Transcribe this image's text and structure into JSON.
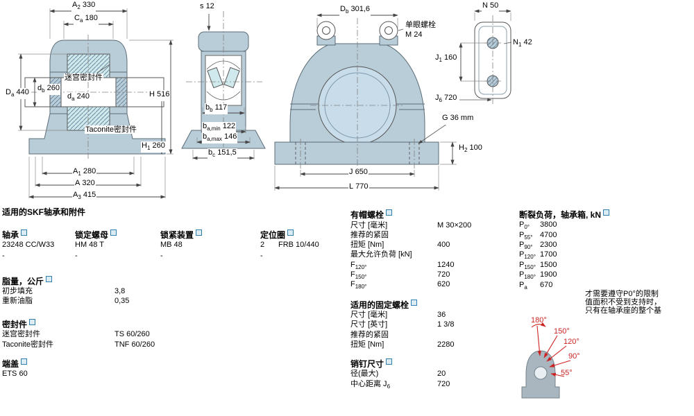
{
  "drawings": {
    "front": {
      "a2": {
        "b": "A",
        "s": "2",
        "v": "330"
      },
      "ca": {
        "b": "C",
        "s": "a",
        "v": "180"
      },
      "seal_top": "迷宫密封件",
      "db": {
        "b": "d",
        "s": "b",
        "v": "260"
      },
      "da": {
        "b": "d",
        "s": "a",
        "v": "240"
      },
      "Da": {
        "b": "D",
        "s": "a",
        "v": "440"
      },
      "h": {
        "b": "H",
        "s": "",
        "v": "516"
      },
      "h1": {
        "b": "H",
        "s": "1",
        "v": "260"
      },
      "seal_bottom": "Taconite密封件",
      "a1": {
        "b": "A",
        "s": "1",
        "v": "280"
      },
      "a": {
        "b": "A",
        "s": "",
        "v": "320"
      },
      "a3": {
        "b": "A",
        "s": "3",
        "v": "415"
      }
    },
    "side": {
      "s": {
        "b": "s",
        "s": "",
        "v": "12"
      },
      "bb": {
        "b": "b",
        "s": "b",
        "v": "117"
      },
      "bamin": {
        "b": "b",
        "s": "a,min",
        "v": "122"
      },
      "bamax": {
        "b": "b",
        "s": "a,max",
        "v": "146"
      },
      "bc": {
        "b": "b",
        "s": "c",
        "v": "151,5"
      }
    },
    "front_view": {
      "Db": {
        "b": "D",
        "s": "b",
        "v": "301,6"
      },
      "eyebolt_line1": "单眼螺栓",
      "eyebolt_line2": "M 24",
      "g": {
        "b": "G",
        "s": "",
        "v": "36 mm"
      },
      "h2": {
        "b": "H",
        "s": "2",
        "v": "100"
      },
      "j": {
        "b": "J",
        "s": "",
        "v": "650"
      },
      "l": {
        "b": "L",
        "s": "",
        "v": "770"
      }
    },
    "top_view": {
      "n": {
        "b": "N",
        "s": "",
        "v": "50"
      },
      "n1": {
        "b": "N",
        "s": "1",
        "v": "42"
      },
      "j1": {
        "b": "J",
        "s": "1",
        "v": "160"
      },
      "j6": {
        "b": "J",
        "s": "6",
        "v": "720"
      }
    }
  },
  "tables": {
    "bearing": {
      "title": "适用的SKF轴承和附件",
      "headers": [
        "轴承",
        "锁定螺母",
        "锁紧装置",
        "定位圈"
      ],
      "row1": [
        "23248 CC/W33",
        "HM 48 T",
        "MB 48",
        "2",
        "FRB 10/440"
      ],
      "row2": [
        "-",
        "-",
        "-",
        "-",
        ""
      ]
    },
    "grease": {
      "title": "脂量，公斤",
      "rows": [
        {
          "l": "初步填充",
          "v": "3,8"
        },
        {
          "l": "重新油脂",
          "v": "0,35"
        }
      ]
    },
    "seals": {
      "title": "密封件",
      "rows": [
        {
          "l": "迷宫密封件",
          "v": "TS 60/260"
        },
        {
          "l": "Taconite密封件",
          "v": "TNF 60/260"
        }
      ]
    },
    "end_cover": {
      "title": "端盖",
      "value": "ETS 60"
    },
    "cap_bolts": {
      "title": "有帽螺栓",
      "rows": [
        {
          "l": "尺寸 [毫米]",
          "s": "",
          "v": "M 30×200"
        },
        {
          "l": "推荐的紧固",
          "s": "",
          "v": ""
        },
        {
          "l": "扭矩 [Nm]",
          "s": "",
          "v": "400"
        },
        {
          "l": "最大允许负荷 [kN]",
          "s": "",
          "v": ""
        },
        {
          "l": "F",
          "s": "120°",
          "v": "1240"
        },
        {
          "l": "F",
          "s": "150°",
          "v": "720"
        },
        {
          "l": "F",
          "s": "180°",
          "v": "620"
        }
      ]
    },
    "fixing_bolts": {
      "title": "适用的固定螺栓",
      "rows": [
        {
          "l": "尺寸 [毫米]",
          "s": "",
          "v": "36"
        },
        {
          "l": "尺寸 [英寸]",
          "s": "",
          "v": "1 3/8"
        },
        {
          "l": "推荐的紧固",
          "s": "",
          "v": ""
        },
        {
          "l": "扭矩 [Nm]",
          "s": "",
          "v": "2280"
        }
      ]
    },
    "pins": {
      "title": "销钉尺寸",
      "rows": [
        {
          "l": "径(最大)",
          "s": "",
          "v": "20"
        },
        {
          "l": "中心距离 J",
          "s": "6",
          "v": "720"
        }
      ]
    },
    "breaking_load": {
      "title": "断裂负荷，轴承箱, kN",
      "rows": [
        {
          "l": "P",
          "s": "0°",
          "v": "3800"
        },
        {
          "l": "P",
          "s": "55°",
          "v": "4700"
        },
        {
          "l": "P",
          "s": "90°",
          "v": "2300"
        },
        {
          "l": "P",
          "s": "120°",
          "v": "1700"
        },
        {
          "l": "P",
          "s": "150°",
          "v": "1500"
        },
        {
          "l": "P",
          "s": "180°",
          "v": "1900"
        },
        {
          "l": "P",
          "s": "a",
          "v": "670"
        }
      ],
      "note": [
        "才需要遵守P0°的限制",
        "值面积不受到支持时，",
        "只有在轴承座的整个基"
      ]
    }
  },
  "load_diagram": {
    "angles": [
      "180°",
      "150°",
      "120°",
      "90°",
      "55°"
    ]
  },
  "colors": {
    "housing_fill": "#b9cdd8",
    "bore_fill": "#c9dcea",
    "sleeve_fill": "#cfe9ec",
    "line": "#444444",
    "accent_red": "#cc2222",
    "info_blue": "#2e7fae"
  }
}
